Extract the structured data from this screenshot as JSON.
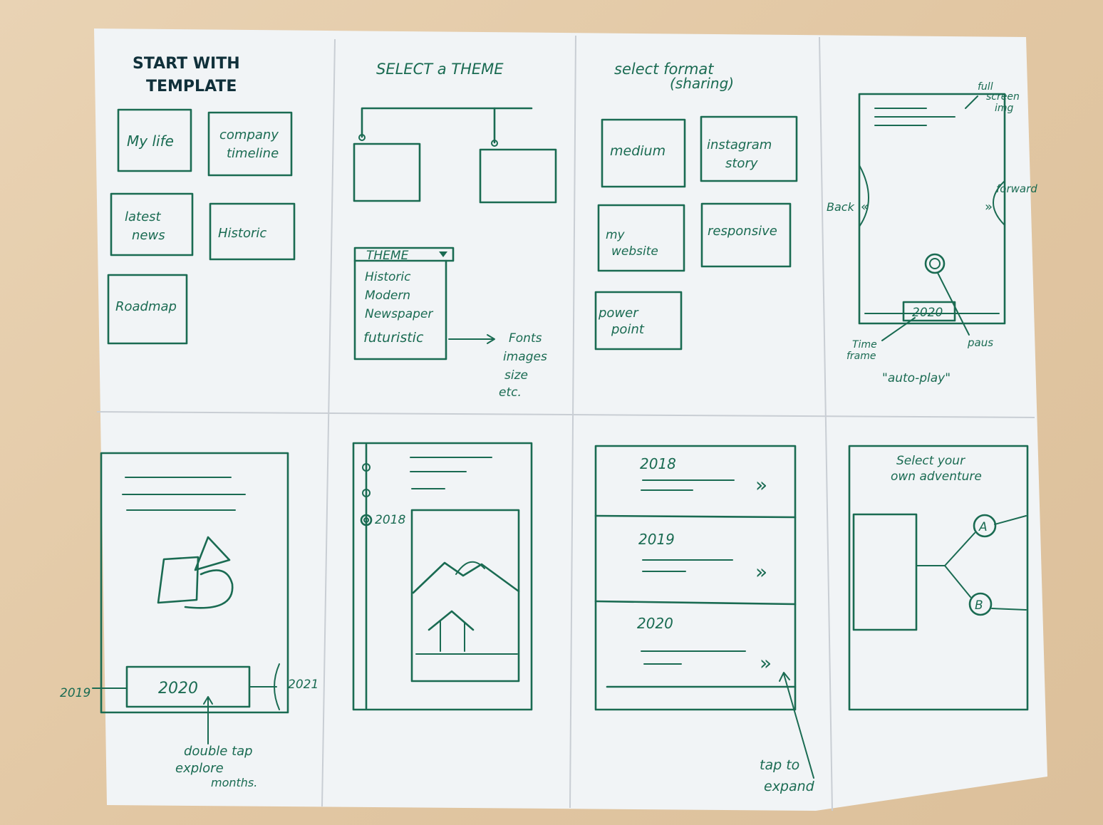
{
  "panel1": {
    "title_line1": "START WITH",
    "title_line2": "TEMPLATE",
    "templates": [
      "My life",
      "company",
      "timeline",
      "latest",
      "news",
      "Historic",
      "Roadmap"
    ]
  },
  "panel2": {
    "title": "SELECT a THEME",
    "dropdown_label": "THEME",
    "options": [
      "Historic",
      "Modern",
      "Newspaper",
      "futuristic"
    ],
    "annotation": [
      "Fonts",
      "images",
      "size",
      "etc."
    ]
  },
  "panel3": {
    "title_line1": "select format",
    "title_line2": "(sharing)",
    "formats": [
      "medium",
      "instagram",
      "story",
      "my",
      "website",
      "responsive",
      "power",
      "point"
    ]
  },
  "panel4": {
    "note_top": [
      "full",
      "screen",
      "img"
    ],
    "back_label": "Back",
    "forward_label": "forward",
    "year": "2020",
    "time_label": [
      "Time",
      "frame"
    ],
    "pause_label": "paus",
    "autoplay": "\"auto-play\""
  },
  "panel5": {
    "year_center": "2020",
    "year_left": "2019",
    "year_right": "2021",
    "note": [
      "double tap",
      "explore",
      "months."
    ]
  },
  "panel6": {
    "year": "2018"
  },
  "panel7": {
    "years": [
      "2018",
      "2019",
      "2020"
    ],
    "chevron": "»",
    "note": [
      "tap to",
      "expand"
    ]
  },
  "panel8": {
    "title_line1": "Select your",
    "title_line2": "own adventure",
    "option_a": "A",
    "option_b": "B"
  }
}
